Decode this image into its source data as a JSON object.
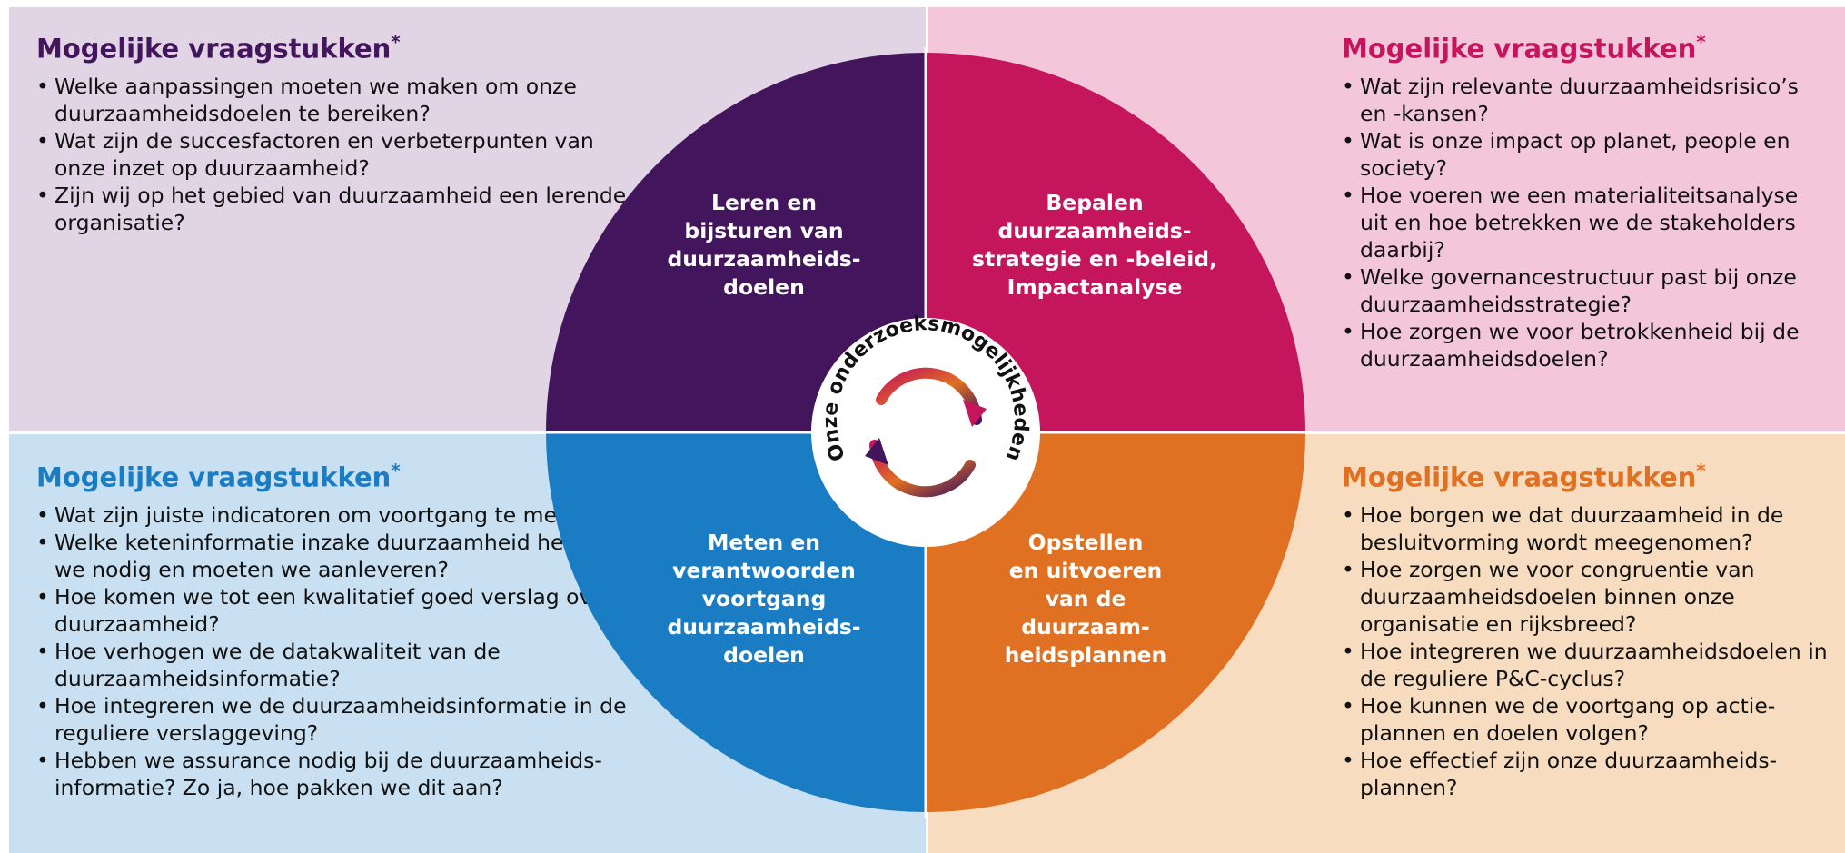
{
  "colors": {
    "purple": "#43155c",
    "magenta": "#c5155c",
    "blue": "#1a7dc4",
    "orange": "#e07022",
    "bg_purple": "#e0d4e5",
    "bg_pink": "#f3c6da",
    "bg_blue": "#c8e0f2",
    "bg_orange": "#f8dcc0"
  },
  "panels": {
    "top_left": {
      "heading": "Mogelijke vraagstukken",
      "marker": "*",
      "items": [
        "Welke aanpassingen moeten we maken om onze duurzaamheidsdoelen te bereiken?",
        "Wat zijn de succesfactoren en verbeterpunten van onze inzet op duurzaamheid?",
        "Zijn wij op het gebied van duurzaamheid een lerende organisatie?"
      ]
    },
    "top_right": {
      "heading": "Mogelijke vraagstukken",
      "marker": "*",
      "items": [
        "Wat zijn relevante duurzaamheidsrisico’s en -kansen?",
        "Wat is onze impact op planet, people en society?",
        "Hoe voeren we een materialiteitsanalyse uit en hoe betrekken we de stakeholders daarbij?",
        "Welke governancestructuur past bij onze duurzaamheidsstrategie?",
        "Hoe zorgen we voor betrokkenheid bij de duurzaamheidsdoelen?"
      ]
    },
    "bottom_left": {
      "heading": "Mogelijke vraagstukken",
      "marker": "*",
      "items": [
        "Wat zijn juiste indicatoren om voortgang te meten?",
        "Welke keteninformatie inzake duurzaamheid hebben we nodig en moeten we aanleveren?",
        "Hoe komen we tot een kwalitatief goed verslag over duurzaamheid?",
        "Hoe verhogen we de datakwaliteit van de duurzaamheidsinformatie?",
        "Hoe integreren we de duurzaamheidsinformatie in de reguliere verslaggeving?",
        "Hebben we assurance nodig bij de duurzaamheids-informatie? Zo ja, hoe pakken we dit aan?"
      ]
    },
    "bottom_right": {
      "heading": "Mogelijke vraagstukken",
      "marker": "*",
      "items": [
        "Hoe borgen we dat duurzaamheid in de besluitvorming wordt meegenomen?",
        "Hoe zorgen we voor congruentie van duurzaamheidsdoelen binnen onze organisatie en rijksbreed?",
        "Hoe integreren we duurzaamheidsdoelen in de reguliere P&C-cyclus?",
        "Hoe kunnen we de voortgang op actie-plannen en doelen volgen?",
        "Hoe effectief zijn onze duurzaamheids-plannen?"
      ]
    }
  },
  "wheel": {
    "segments": {
      "top_left": [
        "Leren en",
        "bijsturen van",
        "duurzaamheids-",
        "doelen"
      ],
      "top_right": [
        "Bepalen",
        "duurzaamheids-",
        "strategie en -beleid,",
        "Impactanalyse"
      ],
      "bottom_left": [
        "Meten en",
        "verantwoorden",
        "voortgang",
        "duurzaamheids-",
        "doelen"
      ],
      "bottom_right": [
        "Opstellen",
        "en uitvoeren",
        "van de",
        "duurzaam-",
        "heidsplannen"
      ]
    },
    "center_text": "Onze onderzoeksmogelijkheden",
    "center_icon": "refresh-cycle-icon"
  }
}
